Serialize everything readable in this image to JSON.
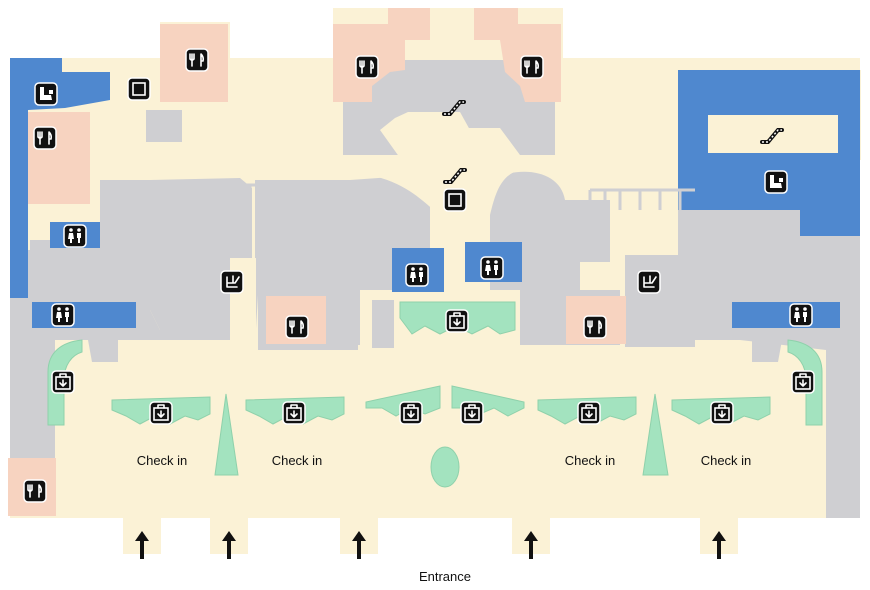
{
  "map": {
    "labels": {
      "check_in": "Check in",
      "entrance": "Entrance"
    },
    "colors": {
      "floor": "#fbf2d6",
      "gray_area": "#cfcfd2",
      "blue_area": "#4f88cf",
      "restaurant": "#f7d3c0",
      "check_in_desk": "#a3e3bf",
      "icon": "#111111",
      "arrow": "#111111"
    },
    "icon_types": {
      "restaurant": "fork-knife-icon",
      "restroom": "restroom-icon",
      "baggage": "baggage-drop-icon",
      "lounge": "lounge-seat-icon",
      "escalator": "escalator-icon",
      "elevator": "elevator-icon",
      "accessible": "wheelchair-icon"
    },
    "entrance_count": 5
  }
}
